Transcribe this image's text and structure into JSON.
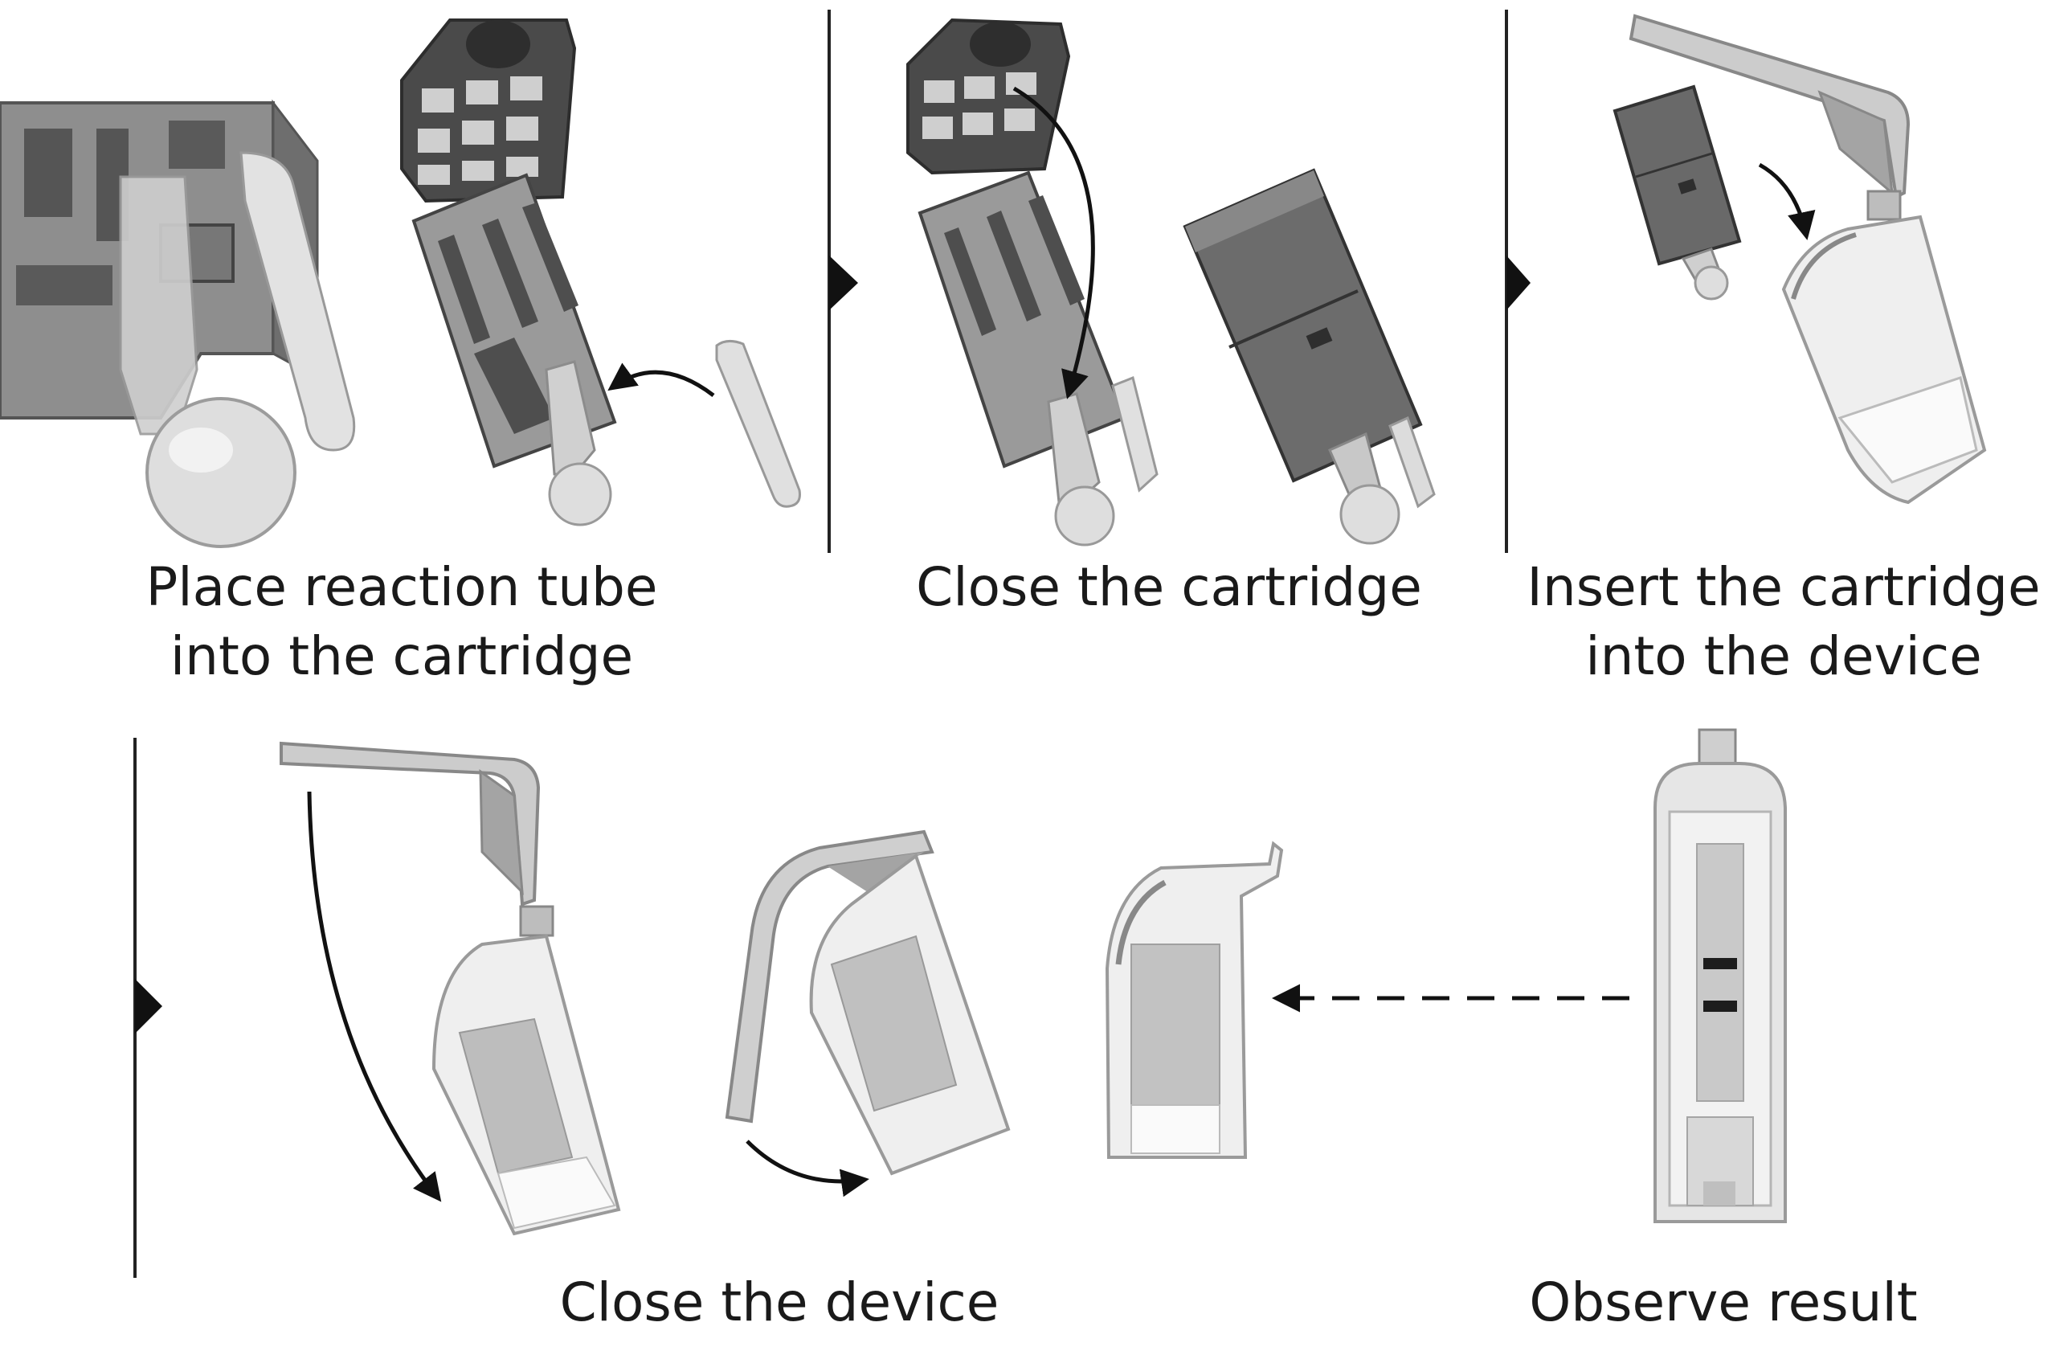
{
  "steps": [
    {
      "id": "place-tube",
      "lines": [
        "Place reaction tube",
        "into the cartridge"
      ]
    },
    {
      "id": "close-cartridge",
      "lines": [
        "Close the cartridge"
      ]
    },
    {
      "id": "insert-cartridge",
      "lines": [
        "Insert the cartridge",
        "into the device"
      ]
    },
    {
      "id": "close-device",
      "lines": [
        "Close the device"
      ]
    },
    {
      "id": "observe-result",
      "lines": [
        "Observe result"
      ]
    }
  ],
  "colors": {
    "background": "#ffffff",
    "text": "#1a1a1a",
    "arrow": "#111111",
    "divider": "#222222",
    "cartridge_dark": "#5d5d5d",
    "cartridge_mid": "#8a8a8a",
    "tube": "#d9d9d9",
    "device_clear": "#eeeeee",
    "device_edge": "#9a9a9a"
  }
}
